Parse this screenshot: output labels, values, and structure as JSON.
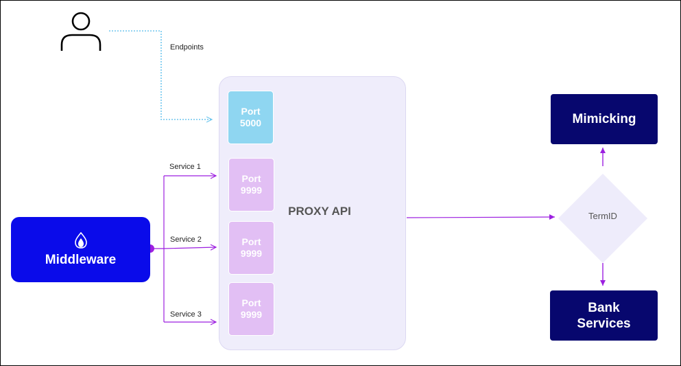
{
  "labels": {
    "endpoints": "Endpoints",
    "service1": "Service 1",
    "service2": "Service 2",
    "service3": "Service 3",
    "proxy_api": "PROXY API",
    "termid": "TermID"
  },
  "nodes": {
    "port_blue": {
      "line1": "Port",
      "line2": "5000"
    },
    "port_1": {
      "line1": "Port",
      "line2": "9999"
    },
    "port_2": {
      "line1": "Port",
      "line2": "9999"
    },
    "port_3": {
      "line1": "Port",
      "line2": "9999"
    },
    "middleware": "Middleware",
    "mimicking": "Mimicking",
    "bank": {
      "line1": "Bank",
      "line2": "Services"
    }
  },
  "icons": {
    "user": "user-icon",
    "middleware_logo": "flame-logo-icon"
  },
  "colors": {
    "service_line": "#9c1fe0",
    "endpoint_line": "#6ec6ee",
    "middleware": "#0a0bea",
    "dark_box": "#07076e",
    "port_blue": "#8fd6f1",
    "port_violet": "#e2bff4",
    "proxy_bg": "#efedfb"
  }
}
